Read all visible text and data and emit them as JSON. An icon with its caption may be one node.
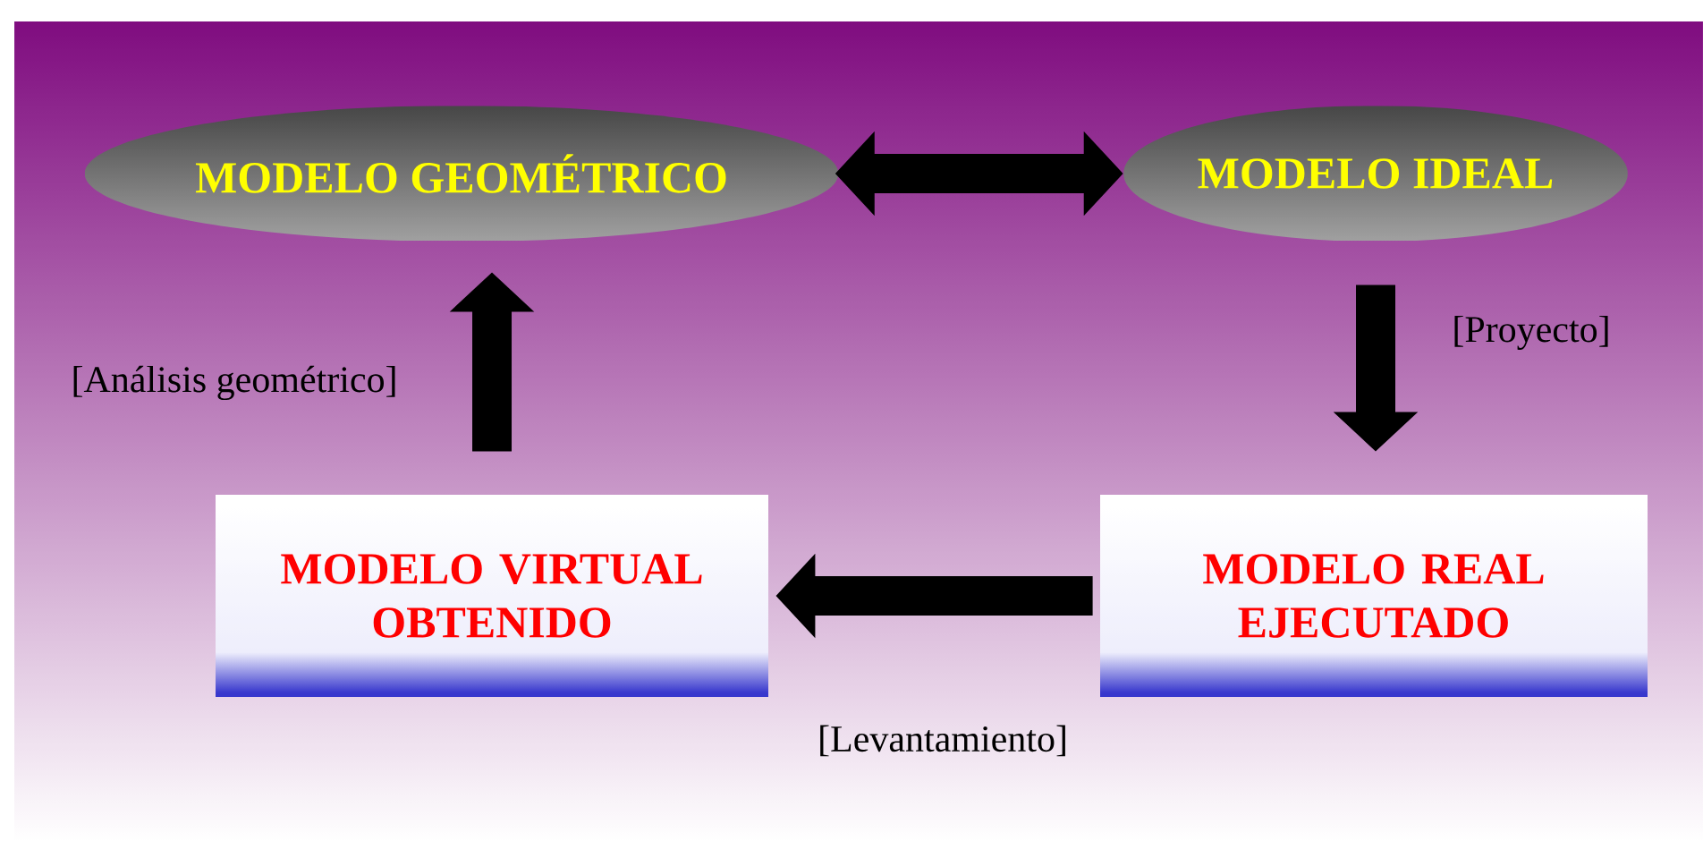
{
  "diagram": {
    "nodes": [
      {
        "text": [
          "MODELO GEOMÉTRICO"
        ]
      },
      {
        "text": [
          "MODELO IDEAL"
        ]
      },
      {
        "text": [
          "MODELO REAL EJECUTADO"
        ]
      },
      {
        "text": [
          "MODELO VIRTUAL OBTENIDO"
        ]
      }
    ],
    "edges": [
      {
        "from": 0,
        "to": 1,
        "arrow": "both"
      },
      {
        "from": 1,
        "to": 2,
        "arrow": "to",
        "label": "[Proyecto]"
      },
      {
        "from": 2,
        "to": 3,
        "arrow": "to",
        "label": "[Levantamiento]"
      },
      {
        "from": 3,
        "to": 0,
        "arrow": "to",
        "label": "[Análisis geométrico]"
      }
    ]
  }
}
